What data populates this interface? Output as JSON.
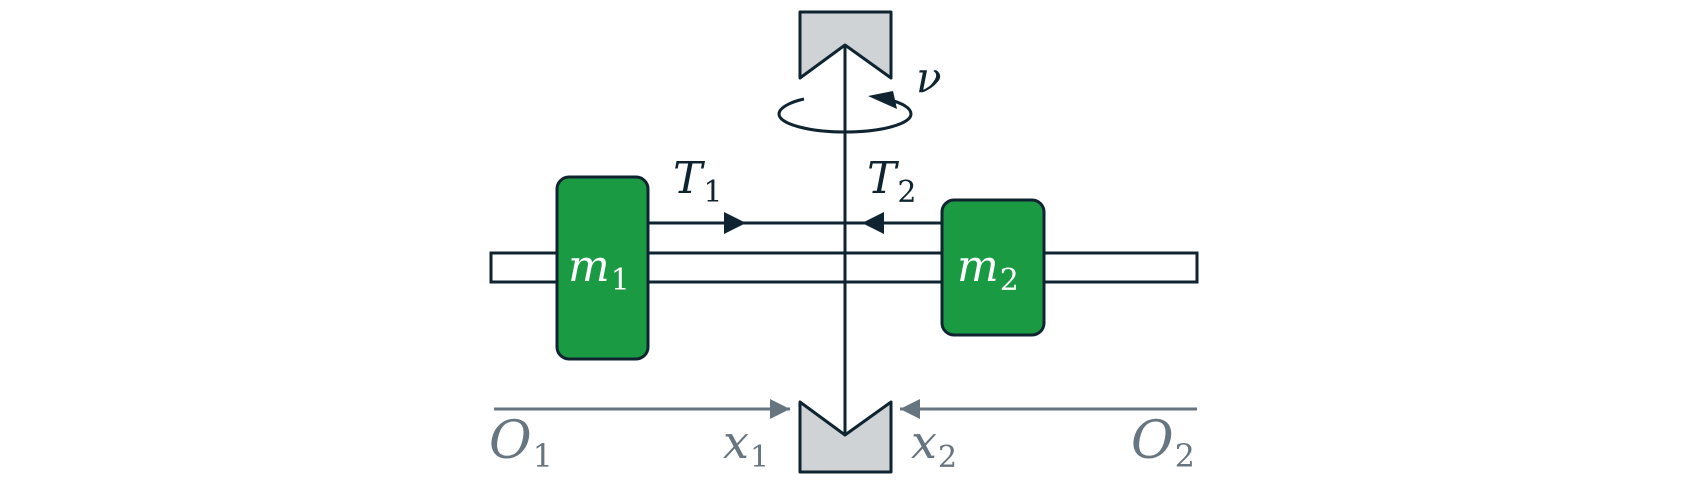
{
  "labels": {
    "nu": "ν",
    "T1": "T",
    "T1_sub": "1",
    "T2": "T",
    "T2_sub": "2",
    "m1": "m",
    "m1_sub": "1",
    "m2": "m",
    "m2_sub": "2",
    "O1": "O",
    "O1_sub": "1",
    "O2": "O",
    "O2_sub": "2",
    "x1": "x",
    "x1_sub": "1",
    "x2": "x",
    "x2_sub": "2"
  },
  "colors": {
    "stroke": "#0f2430",
    "mass_fill": "#1b9a44",
    "support_fill": "#cfd3d6",
    "coord": "#66757f",
    "mass_text": "#ffffff"
  }
}
